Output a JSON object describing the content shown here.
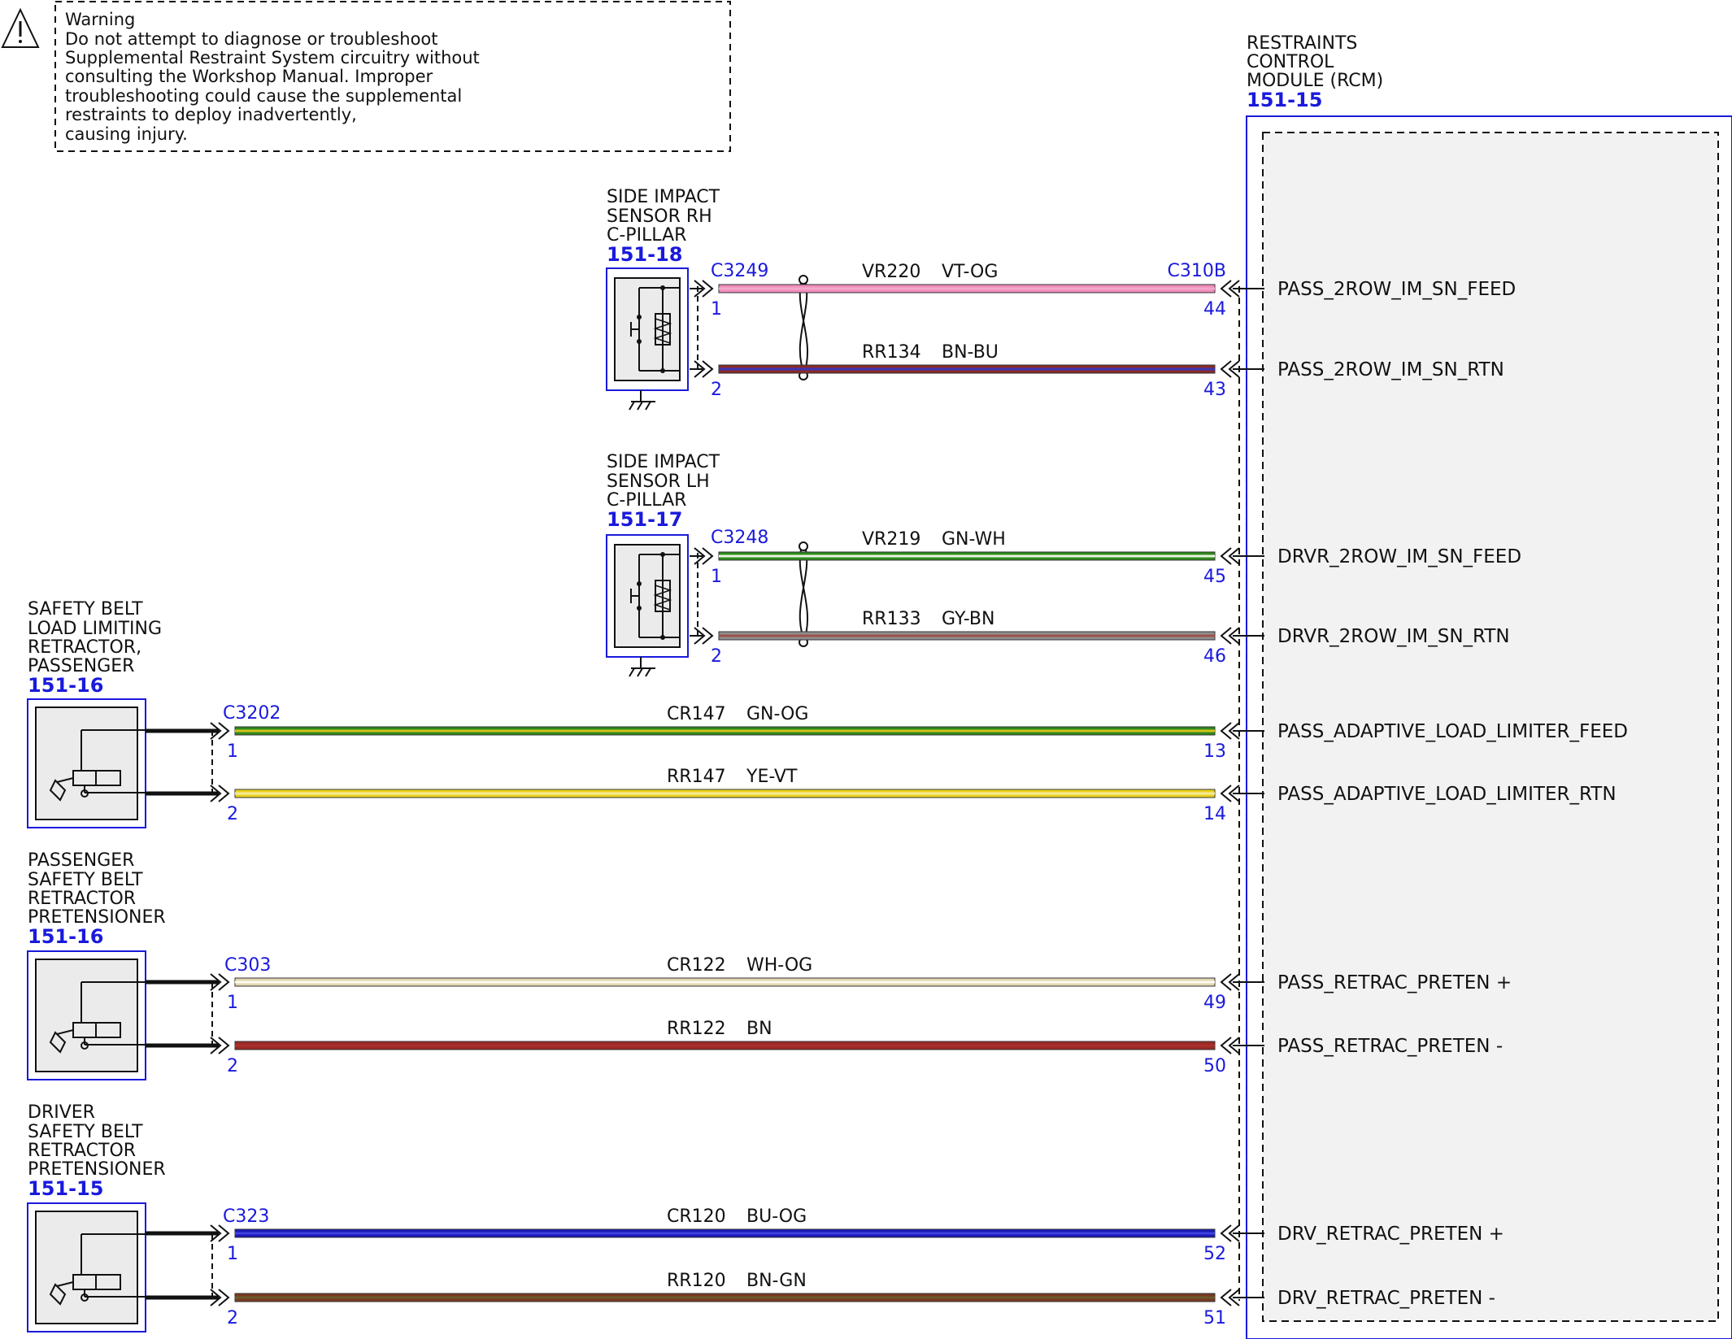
{
  "warning": {
    "title": "Warning",
    "lines": [
      "Do not attempt to diagnose or troubleshoot",
      "Supplemental Restraint System circuitry without",
      "consulting the Workshop Manual. Improper",
      "troubleshooting could cause the supplemental",
      "restraints to deploy inadvertently,",
      "causing injury."
    ]
  },
  "rcm": {
    "name_lines": [
      "RESTRAINTS",
      "CONTROL",
      "MODULE (RCM)"
    ],
    "code": "151-15",
    "connector": "C310B"
  },
  "side_sensors": [
    {
      "name_lines": [
        "SIDE IMPACT",
        "SENSOR RH",
        "C-PILLAR"
      ],
      "code": "151-18",
      "connector": "C3249"
    },
    {
      "name_lines": [
        "SIDE IMPACT",
        "SENSOR LH",
        "C-PILLAR"
      ],
      "code": "151-17",
      "connector": "C3248"
    }
  ],
  "belt_components": [
    {
      "name_lines": [
        "SAFETY BELT",
        "LOAD LIMITING",
        "RETRACTOR,",
        "PASSENGER"
      ],
      "code": "151-16",
      "connector": "C3202"
    },
    {
      "name_lines": [
        "PASSENGER",
        "SAFETY BELT",
        "RETRACTOR",
        "PRETENSIONER"
      ],
      "code": "151-16",
      "connector": "C303"
    },
    {
      "name_lines": [
        "DRIVER",
        "SAFETY BELT",
        "RETRACTOR",
        "PRETENSIONER"
      ],
      "code": "151-15",
      "connector": "C323"
    }
  ],
  "wires": [
    {
      "circuit": "VR220",
      "color_code": "VT-OG",
      "left_pin": "1",
      "right_pin": "44",
      "signal": "PASS_2ROW_IM_SN_FEED",
      "stripes": [
        "#f08cba",
        "#f3a8c8",
        "#f08cba"
      ]
    },
    {
      "circuit": "RR134",
      "color_code": "BN-BU",
      "left_pin": "2",
      "right_pin": "43",
      "signal": "PASS_2ROW_IM_SN_RTN",
      "stripes": [
        "#8a2a2a",
        "#3b35b5",
        "#8a2a2a"
      ]
    },
    {
      "circuit": "VR219",
      "color_code": "GN-WH",
      "left_pin": "1",
      "right_pin": "45",
      "signal": "DRVR_2ROW_IM_SN_FEED",
      "stripes": [
        "#2e8b1c",
        "#e8f5e0",
        "#2e8b1c"
      ]
    },
    {
      "circuit": "RR133",
      "color_code": "GY-BN",
      "left_pin": "2",
      "right_pin": "46",
      "signal": "DRVR_2ROW_IM_SN_RTN",
      "stripes": [
        "#8f8f8f",
        "#a0504a",
        "#8f8f8f"
      ]
    },
    {
      "circuit": "CR147",
      "color_code": "GN-OG",
      "left_pin": "1",
      "right_pin": "13",
      "signal": "PASS_ADAPTIVE_LOAD_LIMITER_FEED",
      "stripes": [
        "#2e8b1c",
        "#d6c21a",
        "#2e8b1c"
      ]
    },
    {
      "circuit": "RR147",
      "color_code": "YE-VT",
      "left_pin": "2",
      "right_pin": "14",
      "signal": "PASS_ADAPTIVE_LOAD_LIMITER_RTN",
      "stripes": [
        "#e8d21c",
        "#f4eb9a",
        "#e8d21c"
      ]
    },
    {
      "circuit": "CR122",
      "color_code": "WH-OG",
      "left_pin": "1",
      "right_pin": "49",
      "signal": "PASS_RETRAC_PRETEN +",
      "stripes": [
        "#e3d6b0",
        "#fdfaf0",
        "#e3d6b0"
      ]
    },
    {
      "circuit": "RR122",
      "color_code": "BN",
      "left_pin": "2",
      "right_pin": "50",
      "signal": "PASS_RETRAC_PRETEN -",
      "stripes": [
        "#9a2a26",
        "#a8302c",
        "#9a2a26"
      ]
    },
    {
      "circuit": "CR120",
      "color_code": "BU-OG",
      "left_pin": "1",
      "right_pin": "52",
      "signal": "DRV_RETRAC_PRETEN +",
      "stripes": [
        "#1a1ab8",
        "#4040e0",
        "#1a1ab8"
      ]
    },
    {
      "circuit": "RR120",
      "color_code": "BN-GN",
      "left_pin": "2",
      "right_pin": "51",
      "signal": "DRV_RETRAC_PRETEN -",
      "stripes": [
        "#7a3a22",
        "#6a5a2a",
        "#7a3a22"
      ]
    }
  ],
  "colors": {
    "accent": "#1a1adc",
    "module_fill": "#f2f2f2",
    "text": "#111111"
  }
}
